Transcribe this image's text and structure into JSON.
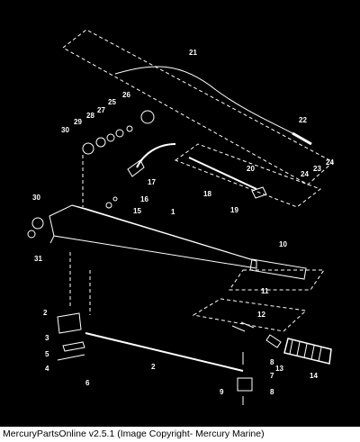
{
  "caption": "MercuryPartsOnline v2.5.1 (Image Copyright- Mercury Marine)",
  "colors": {
    "background": "#000000",
    "line": "#ffffff",
    "caption_background": "#ffffff",
    "caption_text": "#000000"
  },
  "part_callouts": [
    "1",
    "2",
    "2",
    "3",
    "4",
    "5",
    "6",
    "7",
    "8",
    "8",
    "9",
    "10",
    "11",
    "12",
    "13",
    "14",
    "15",
    "16",
    "17",
    "18",
    "19",
    "20",
    "21",
    "22",
    "23",
    "24",
    "24",
    "25",
    "26",
    "27",
    "28",
    "29",
    "30",
    "30",
    "31"
  ]
}
